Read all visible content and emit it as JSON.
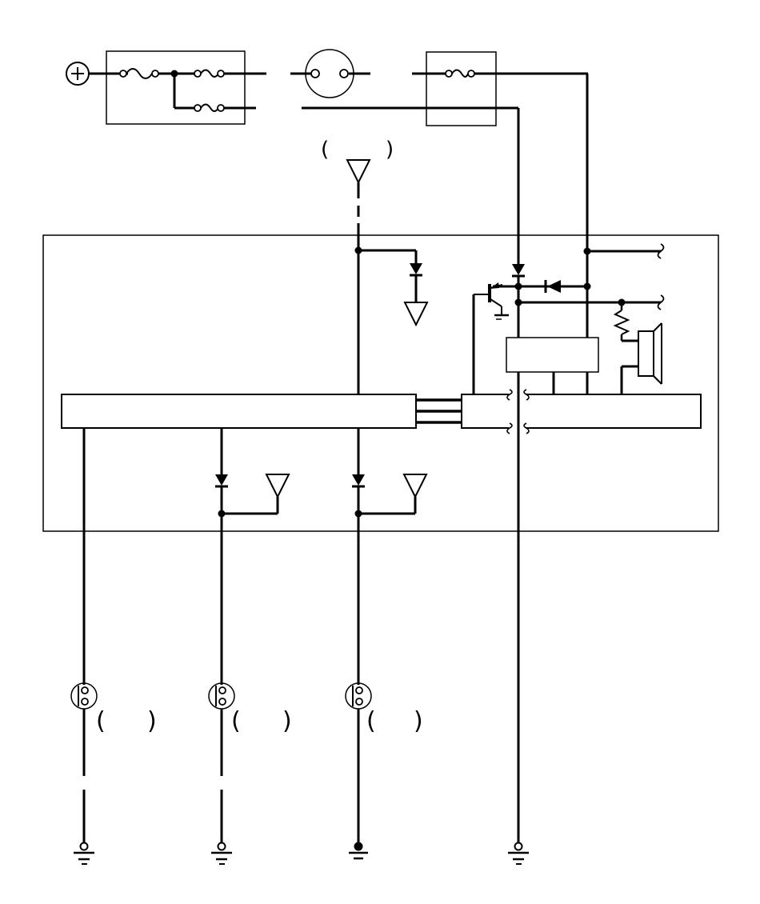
{
  "diagram": {
    "type": "vehicle-wiring-schematic",
    "background_color": "#ffffff",
    "line_color": "#000000",
    "labels": {
      "connector_top": {
        "open": "(",
        "close": ")"
      },
      "switch_1": {
        "open": "(",
        "close": ")"
      },
      "switch_2": {
        "open": "(",
        "close": ")"
      },
      "switch_3": {
        "open": "(",
        "close": ")"
      }
    },
    "components": [
      {
        "id": "battery",
        "symbol": "circle-with-plus"
      },
      {
        "id": "fuse-box-main",
        "symbol": "box",
        "fuses": 3
      },
      {
        "id": "ignition-switch",
        "symbol": "circle-with-two-terminals"
      },
      {
        "id": "fuse-box-secondary",
        "symbol": "box",
        "fuses": 1
      },
      {
        "id": "page-connector",
        "symbol": "open-triangle",
        "count": 4
      },
      {
        "id": "control-unit",
        "symbol": "large-outline-box"
      },
      {
        "id": "internal-module",
        "symbol": "small-box"
      },
      {
        "id": "diode",
        "symbol": "filled-triangle",
        "count": 5
      },
      {
        "id": "transistor",
        "symbol": "bjt"
      },
      {
        "id": "resistor",
        "symbol": "zigzag"
      },
      {
        "id": "buzzer",
        "symbol": "speaker"
      },
      {
        "id": "harness-connector",
        "symbol": "long-box",
        "count": 2
      },
      {
        "id": "door-switch",
        "symbol": "circle-switch",
        "count": 3
      },
      {
        "id": "ground",
        "symbol": "ground-bars",
        "count": 4
      }
    ]
  }
}
